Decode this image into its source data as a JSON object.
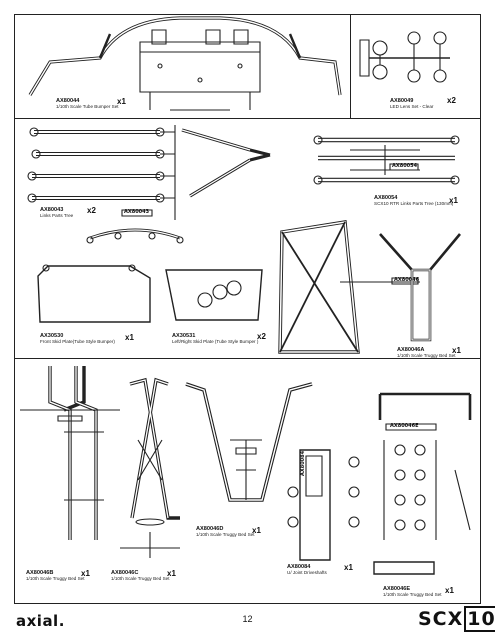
{
  "items": [
    {
      "code": "AX80044",
      "desc": "1/10th Scale Tube Bumper Set",
      "qty": "x1"
    },
    {
      "code": "AX80049",
      "desc": "LED Lens Set - Clear",
      "qty": "x2"
    },
    {
      "code": "AX80043",
      "desc": "Links Parts Tree",
      "qty": "x2"
    },
    {
      "code": "AX80054",
      "desc": "SCX10 RTR Links Parts Tree (130mm)",
      "qty": "x1"
    },
    {
      "code": "AX30530",
      "desc": "Front Skid Plate(Tube Style Bumper)",
      "qty": "x1"
    },
    {
      "code": "AX30531",
      "desc": "Left/Right Skid Plate (Tube Style Bumper )",
      "qty": "x2"
    },
    {
      "code": "AX80046A",
      "desc": "1/10th Scale Truggy Bed Set",
      "qty": "x1"
    },
    {
      "code": "AX80046D",
      "desc": "1/10th Scale Truggy Bed Set",
      "qty": "x1"
    },
    {
      "code": "AX80046B",
      "desc": "1/10th Scale Truggy Bed Set",
      "qty": "x1"
    },
    {
      "code": "AX80046C",
      "desc": "1/10th Scale Truggy Bed Set",
      "qty": "x1"
    },
    {
      "code": "AX80084",
      "desc": "U/ Joint Driveshafts",
      "qty": "x1"
    },
    {
      "code": "AX80046E",
      "desc": "1/10th Scale Truggy Bed Set",
      "qty": "x1"
    }
  ],
  "stamps": {
    "s1": "AX80054",
    "s2": "AX80043",
    "s3": "AX80046",
    "s4": "AX80084",
    "s5": "AX80046E"
  },
  "footer": {
    "logo": "axial.",
    "page": "12",
    "brand_a": "SCX",
    "brand_b": "10"
  }
}
